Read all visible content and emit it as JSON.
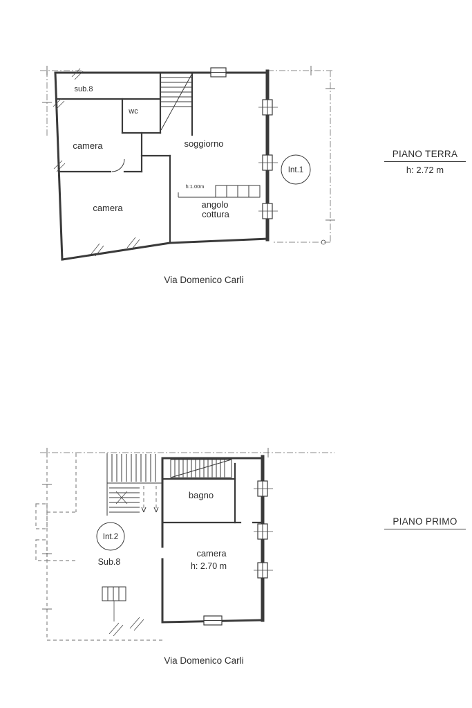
{
  "page": {
    "background": "#ffffff",
    "line_color": "#3a3a3a",
    "dash_color": "#8a8a8a"
  },
  "ground_floor": {
    "side_label": "PIANO TERRA",
    "height_label": "h: 2.72 m",
    "street_label": "Via Domenico Carli",
    "unit_badge": "Int.1",
    "rooms": {
      "sub8": "sub.8",
      "wc": "wc",
      "camera_1": "camera",
      "soggiorno": "soggiorno",
      "camera_2": "camera",
      "angolo_cottura": [
        "angolo",
        "cottura"
      ],
      "counter_height": "h:1.00m"
    }
  },
  "first_floor": {
    "side_label": "PIANO PRIMO",
    "street_label": "Via Domenico Carli",
    "unit_badge": "Int.2",
    "sub_label": "Sub.8",
    "rooms": {
      "bagno": "bagno",
      "camera": "camera",
      "camera_height": "h: 2.70 m"
    }
  }
}
